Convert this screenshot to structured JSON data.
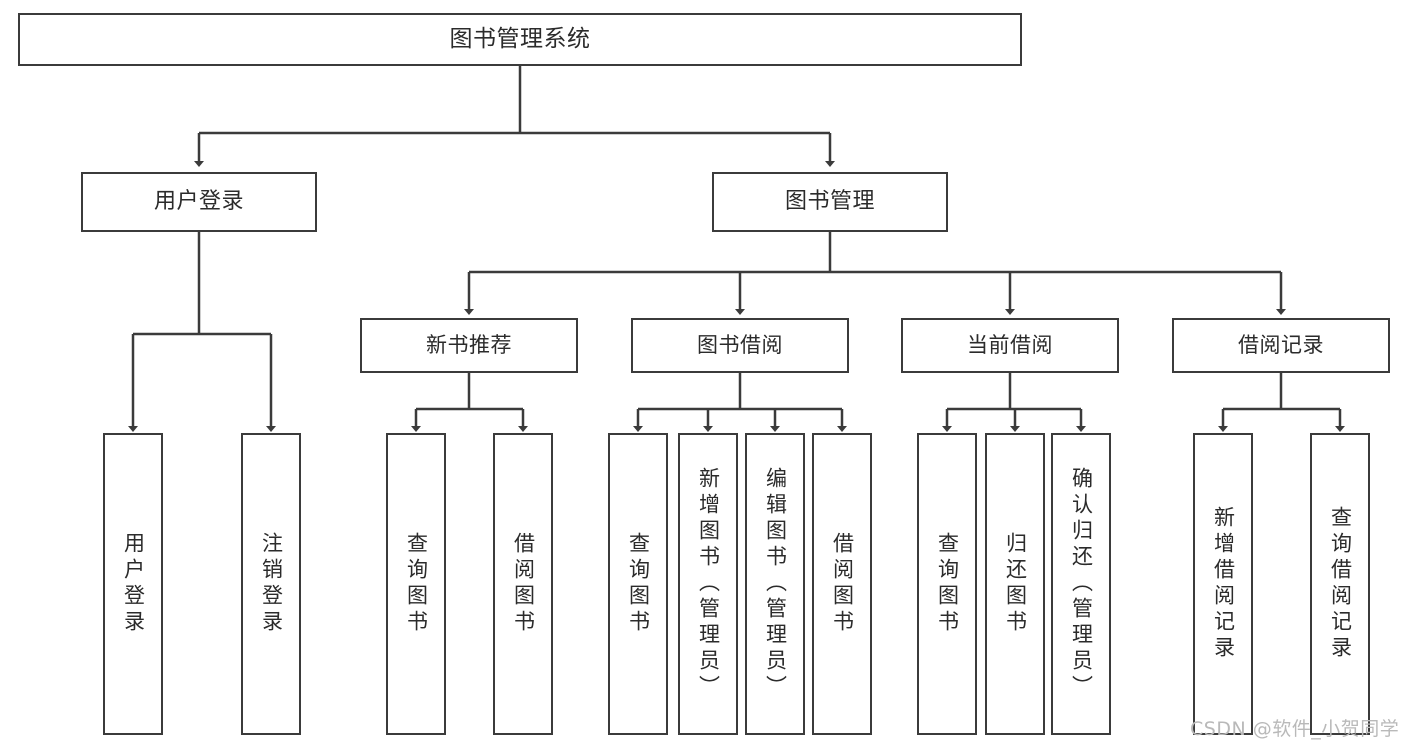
{
  "diagram": {
    "title": "图书管理系统",
    "type": "tree-hierarchy",
    "root": {
      "label": "图书管理系统"
    },
    "level2": [
      {
        "label": "用户登录"
      },
      {
        "label": "图书管理"
      }
    ],
    "level3": [
      {
        "label": "新书推荐"
      },
      {
        "label": "图书借阅"
      },
      {
        "label": "当前借阅"
      },
      {
        "label": "借阅记录"
      }
    ],
    "leaves": {
      "user_login": [
        {
          "label": "用户登录"
        },
        {
          "label": "注销登录"
        }
      ],
      "new_book_recommend": [
        {
          "label": "查询图书"
        },
        {
          "label": "借阅图书"
        }
      ],
      "book_borrow": [
        {
          "label": "查询图书"
        },
        {
          "label": "新增图书（管理员）"
        },
        {
          "label": "编辑图书（管理员）"
        },
        {
          "label": "借阅图书"
        }
      ],
      "current_borrow": [
        {
          "label": "查询图书"
        },
        {
          "label": "归还图书"
        },
        {
          "label": "确认归还（管理员）"
        }
      ],
      "borrow_record": [
        {
          "label": "新增借阅记录"
        },
        {
          "label": "查询借阅记录"
        }
      ]
    }
  },
  "watermark": {
    "text": "CSDN @软件_小贺同学"
  },
  "colors": {
    "border": "#3b3b3b",
    "fill": "#ffffff",
    "text": "#2b2b2b",
    "watermark": "#b9b9b9"
  }
}
